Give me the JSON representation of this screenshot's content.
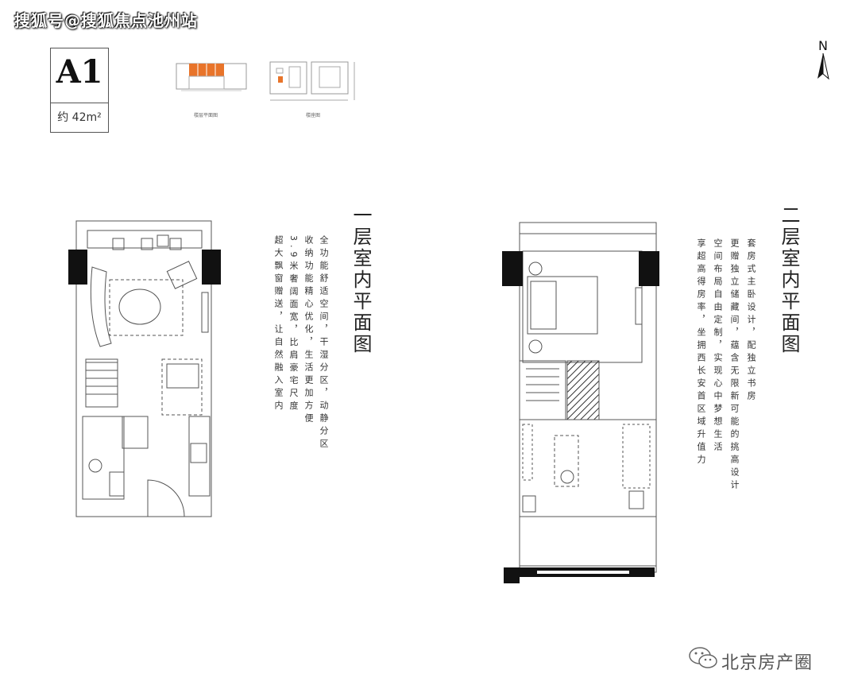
{
  "watermark": "搜狐号@搜狐焦点池州站",
  "unit": {
    "code": "A1",
    "area": "约 42m²"
  },
  "thumbnails": {
    "plan_label": "楼层平面图",
    "site_label": "楼座图"
  },
  "north": {
    "label": "N"
  },
  "floor1": {
    "title": "一层室内平面图",
    "descriptions": [
      "全功能舒适空间，干湿分区，动静分区",
      "收纳功能精心优化，生活更加方便",
      "3.9米奢阔面宽，比肩豪宅尺度",
      "超大飘窗赠送，让自然融入室内"
    ]
  },
  "floor2": {
    "title": "二层室内平面图",
    "descriptions": [
      "套房式主卧设计，配独立书房",
      "更赠独立储藏间，蕴含无限新可能的挑高设计",
      "空间布局自由定制，实现心中梦想生活",
      "享超高得房率，坐拥西长安首区域升值力"
    ]
  },
  "logo": {
    "text": "北京房产圈",
    "icon": "wechat-icon"
  },
  "colors": {
    "accent": "#e8742a",
    "wall": "#111111",
    "line": "#555555"
  }
}
